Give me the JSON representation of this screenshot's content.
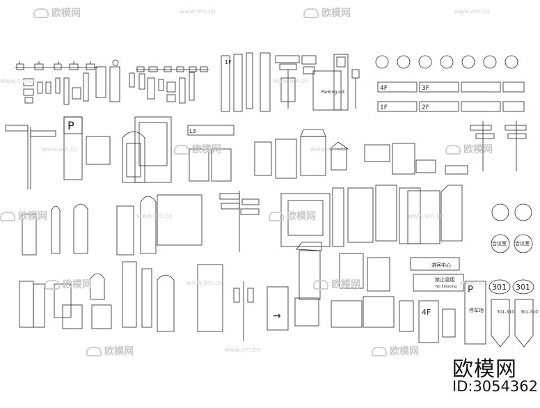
{
  "watermark": {
    "brand": "欧模网",
    "url": "www.om.cn"
  },
  "footer": {
    "brand": "欧模网",
    "id_text": "ID:3054362"
  },
  "sign_text": {
    "room_301": "301",
    "meeting_room": "会议室",
    "parking": "P",
    "floor_4f": "4F",
    "floor_1f": "1F",
    "floor_3f": "3F",
    "floor_2f": "2F",
    "level_l3": "L3",
    "room_range": "301-310",
    "stop_parking": "停车场",
    "no_smoking": "禁止吸烟",
    "no_smoking_en": "No Smoking",
    "parking_lot_en": "Parking Lot",
    "tourist_center": "游客中心",
    "arrow": "→"
  }
}
